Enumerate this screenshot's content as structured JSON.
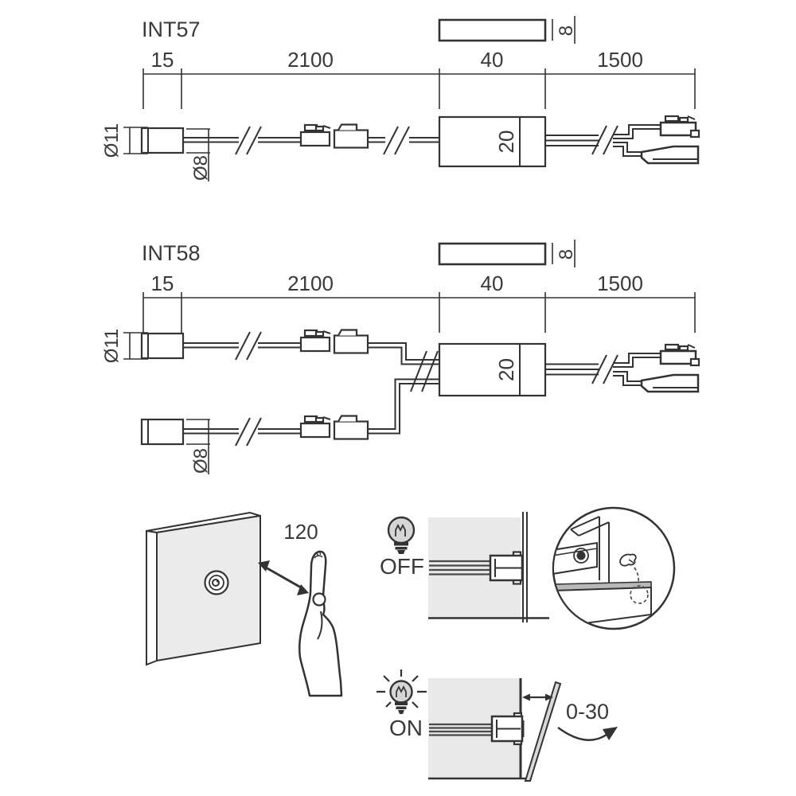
{
  "colors": {
    "stroke": "#333333",
    "text": "#3a3a3a",
    "panel_fill": "#e9e9e9",
    "bulb_fill": "#d6d6d6",
    "shelf_fill": "#b8b8b8",
    "door_fill": "#d9d9d9"
  },
  "int57": {
    "title": "INT57",
    "dims": [
      "15",
      "2100",
      "40",
      "1500"
    ],
    "thickness": "8",
    "sensor_diameter": "Ø11",
    "cable_diameter": "Ø8",
    "box_length": "20"
  },
  "int58": {
    "title": "INT58",
    "dims": [
      "15",
      "2100",
      "40",
      "1500"
    ],
    "thickness": "8",
    "sensor_diameter": "Ø11",
    "cable_diameter": "Ø8",
    "box_length": "20"
  },
  "usage": {
    "detection_range": "120",
    "off_label": "OFF",
    "on_label": "ON",
    "door_angle_range": "0-30"
  }
}
